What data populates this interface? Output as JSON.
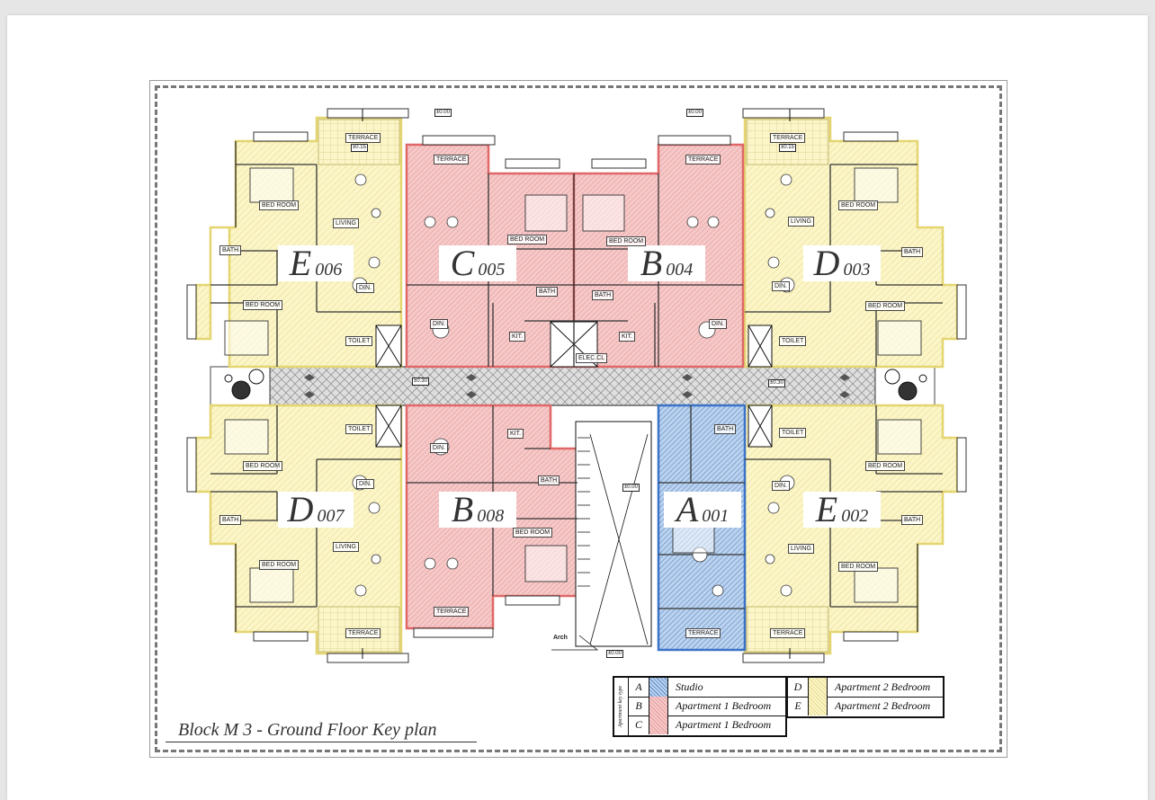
{
  "title": "Block M 3  -  Ground  Floor Key plan",
  "colors": {
    "yellow_fill": "#fbf5c8",
    "yellow_edge": "#e8dc7a",
    "pink_fill": "#f6c9c9",
    "pink_edge": "#e26d6d",
    "blue_fill": "#bcd3ee",
    "blue_edge": "#3a73c8",
    "corridor": "#d7d7d7"
  },
  "units": [
    {
      "type": "E",
      "number": "006"
    },
    {
      "type": "C",
      "number": "005"
    },
    {
      "type": "B",
      "number": "004"
    },
    {
      "type": "D",
      "number": "003"
    },
    {
      "type": "D",
      "number": "007"
    },
    {
      "type": "B",
      "number": "008"
    },
    {
      "type": "A",
      "number": "001"
    },
    {
      "type": "E",
      "number": "002"
    }
  ],
  "rooms": {
    "terrace": "TERRACE",
    "bed_room": "BED ROOM",
    "living": "LIVING",
    "bath": "BATH",
    "din": "DIN.",
    "kit": "KIT.",
    "toilet": "TOILET",
    "elec": "ELEC.CL"
  },
  "levels": {
    "main": "±0.00",
    "sub": "±0.15",
    "corridor": "±0.30"
  },
  "arch_label": "Arch",
  "legend_left": {
    "vertical_title": "Apartment  key  type",
    "rows": [
      {
        "code": "A",
        "label": "Studio",
        "color": "#bcd3ee"
      },
      {
        "code": "B",
        "label": "Apartment 1 Bedroom",
        "color": "#f6c9c9"
      },
      {
        "code": "C",
        "label": "Apartment 1 Bedroom",
        "color": "#f6c9c9"
      }
    ]
  },
  "legend_right": {
    "rows": [
      {
        "code": "D",
        "label": "Apartment 2 Bedroom",
        "color": "#fbf5c8"
      },
      {
        "code": "E",
        "label": "Apartment 2 Bedroom",
        "color": "#fbf5c8"
      }
    ]
  }
}
